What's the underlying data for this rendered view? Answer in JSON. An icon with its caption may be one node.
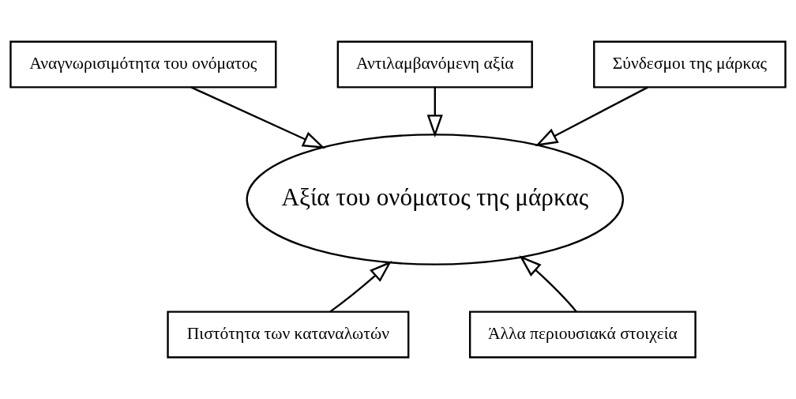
{
  "diagram": {
    "nodes": [
      {
        "text": [
          "Αναγνωρισιμότητα του ονόματος"
        ]
      },
      {
        "text": [
          "Αντιλαμβανόμενη αξία"
        ]
      },
      {
        "text": [
          "Σύνδεσμοι της μάρκας"
        ]
      },
      {
        "text": [
          "Αξία του ονόματος της μάρκας"
        ]
      },
      {
        "text": [
          "Πιστότητα των καταναλωτών"
        ]
      },
      {
        "text": [
          "Άλλα περιουσιακά στοιχεία"
        ]
      }
    ],
    "edges": [
      {
        "from": 0,
        "to": 3,
        "arrow": "to"
      },
      {
        "from": 1,
        "to": 3,
        "arrow": "to"
      },
      {
        "from": 2,
        "to": 3,
        "arrow": "to"
      },
      {
        "from": 4,
        "to": 3,
        "arrow": "to"
      },
      {
        "from": 5,
        "to": 3,
        "arrow": "to"
      }
    ]
  }
}
